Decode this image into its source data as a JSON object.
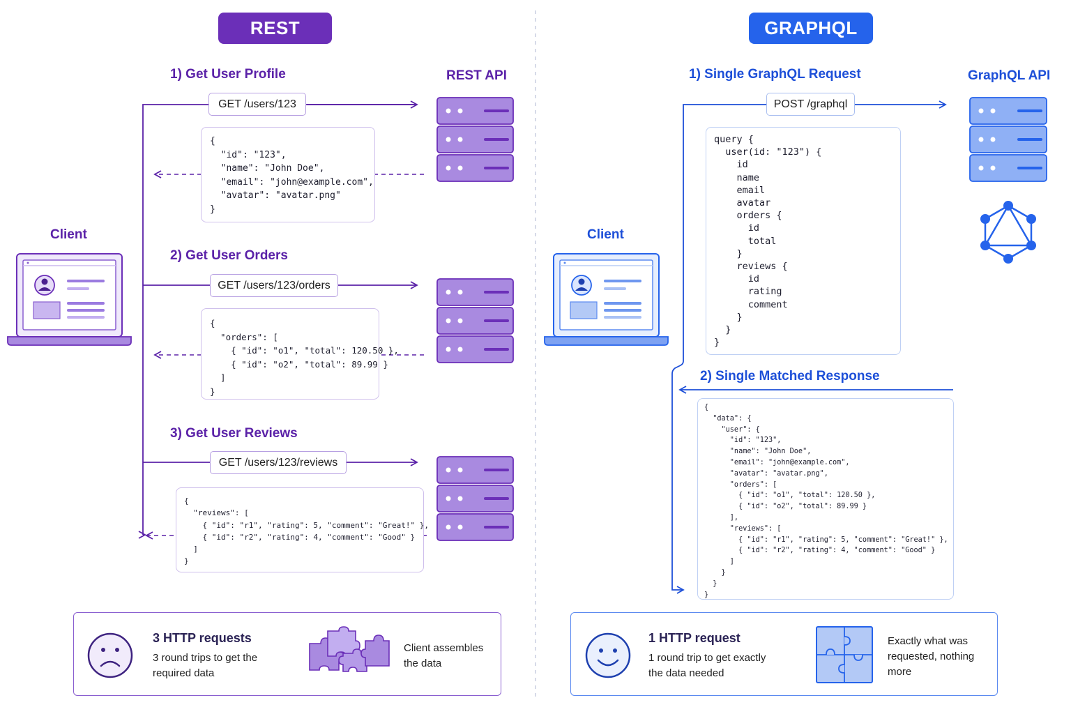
{
  "rest": {
    "title": "REST",
    "client_label": "Client",
    "api_label": "REST API",
    "steps": [
      {
        "heading": "1) Get User Profile",
        "endpoint": "GET /users/123",
        "response": "{\n  \"id\": \"123\",\n  \"name\": \"John Doe\",\n  \"email\": \"john@example.com\",\n  \"avatar\": \"avatar.png\"\n}"
      },
      {
        "heading": "2) Get User Orders",
        "endpoint": "GET /users/123/orders",
        "response": "{\n  \"orders\": [\n    { \"id\": \"o1\", \"total\": 120.50 },\n    { \"id\": \"o2\", \"total\": 89.99 }\n  ]\n}"
      },
      {
        "heading": "3) Get User Reviews",
        "endpoint": "GET /users/123/reviews",
        "response": "{\n  \"reviews\": [\n    { \"id\": \"r1\", \"rating\": 5, \"comment\": \"Great!\" },\n    { \"id\": \"r2\", \"rating\": 4, \"comment\": \"Good\" }\n  ]\n}"
      }
    ],
    "summary": {
      "title": "3 HTTP requests",
      "text": "3 round trips to get the required data",
      "result": "Client assembles the data"
    }
  },
  "graphql": {
    "title": "GRAPHQL",
    "client_label": "Client",
    "api_label": "GraphQL API",
    "request_heading": "1) Single GraphQL Request",
    "endpoint": "POST /graphql",
    "query": "query {\n  user(id: \"123\") {\n    id\n    name\n    email\n    avatar\n    orders {\n      id\n      total\n    }\n    reviews {\n      id\n      rating\n      comment\n    }\n  }\n}",
    "response_heading": "2) Single Matched Response",
    "response": "{\n  \"data\": {\n    \"user\": {\n      \"id\": \"123\",\n      \"name\": \"John Doe\",\n      \"email\": \"john@example.com\",\n      \"avatar\": \"avatar.png\",\n      \"orders\": [\n        { \"id\": \"o1\", \"total\": 120.50 },\n        { \"id\": \"o2\", \"total\": 89.99 }\n      ],\n      \"reviews\": [\n        { \"id\": \"r1\", \"rating\": 5, \"comment\": \"Great!\" },\n        { \"id\": \"r2\", \"rating\": 4, \"comment\": \"Good\" }\n      ]\n    }\n  }\n}",
    "summary": {
      "title": "1 HTTP request",
      "text": "1 round trip to get exactly the data needed",
      "result": "Exactly what was requested, nothing more"
    }
  },
  "colors": {
    "rest": "#5b22a8",
    "graphql": "#1d4fd8"
  },
  "icons": [
    "laptop-icon",
    "server-icon",
    "graphql-logo-icon",
    "sad-face-icon",
    "smiley-face-icon",
    "puzzle-pieces-icon",
    "puzzle-complete-icon",
    "arrow-right-icon"
  ]
}
